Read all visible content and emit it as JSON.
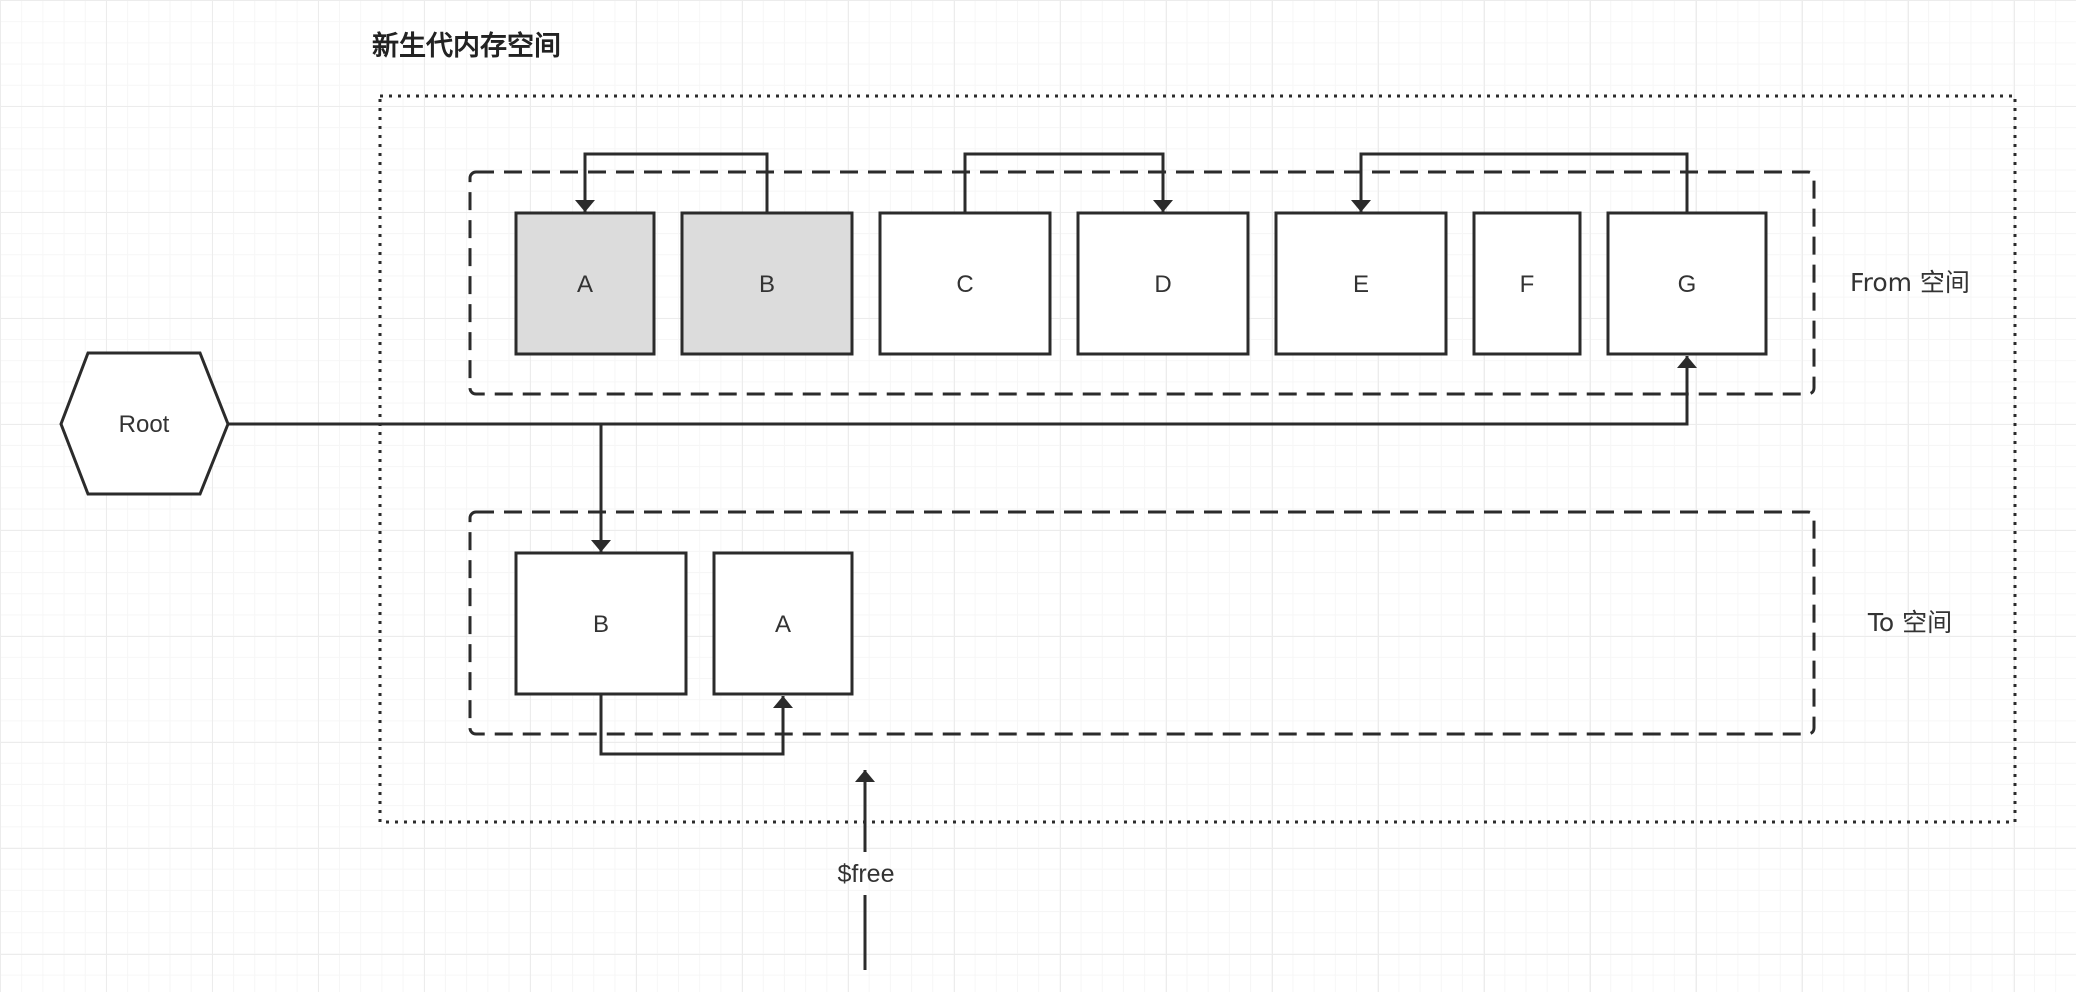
{
  "title": "新生代内存空间",
  "colors": {
    "stroke": "#2b2b2b",
    "marked_fill": "#dcdcdc",
    "object_fill": "#ffffff",
    "text": "#333333"
  },
  "root": {
    "label": "Root"
  },
  "from_space": {
    "label": "From 空间",
    "objects": [
      {
        "id": "A",
        "label": "A",
        "marked": true
      },
      {
        "id": "B",
        "label": "B",
        "marked": true
      },
      {
        "id": "C",
        "label": "C",
        "marked": false
      },
      {
        "id": "D",
        "label": "D",
        "marked": false
      },
      {
        "id": "E",
        "label": "E",
        "marked": false
      },
      {
        "id": "F",
        "label": "F",
        "marked": false
      },
      {
        "id": "G",
        "label": "G",
        "marked": false
      }
    ]
  },
  "to_space": {
    "label": "To 空间",
    "objects": [
      {
        "id": "B2",
        "label": "B"
      },
      {
        "id": "A2",
        "label": "A"
      }
    ]
  },
  "free_pointer": {
    "label": "$free"
  },
  "references": [
    {
      "from": "B",
      "to": "A"
    },
    {
      "from": "C",
      "to": "D"
    },
    {
      "from": "G",
      "to": "E"
    },
    {
      "from": "Root",
      "to": "G"
    },
    {
      "from": "Root",
      "to": "B2"
    },
    {
      "from": "B2",
      "to": "A2"
    }
  ]
}
